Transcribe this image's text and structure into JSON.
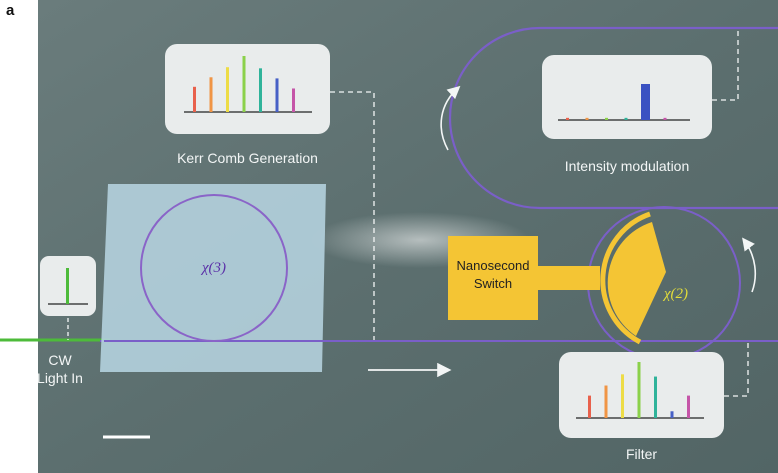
{
  "panel_label": "a",
  "labels": {
    "kerr": "Kerr Comb Generation",
    "intensity": "Intensity modulation",
    "filter": "Filter",
    "cw_line1": "CW",
    "cw_line2": "Light In",
    "switch_line1": "Nanosecond",
    "switch_line2": "Switch",
    "chi3": "χ(3)",
    "chi2": "χ(2)"
  },
  "colors": {
    "background": "#5f7272",
    "waveguide": "#7a5fc8",
    "chip": "#b6d4e0",
    "switch": "#f4c534",
    "input_fiber": "#4dbb3a",
    "card": "#e9ecec"
  },
  "spectra": {
    "kerr_comb": [
      {
        "color": "#e8614c",
        "height": 0.45
      },
      {
        "color": "#f09545",
        "height": 0.62
      },
      {
        "color": "#eddc46",
        "height": 0.8
      },
      {
        "color": "#8bd14a",
        "height": 1.0
      },
      {
        "color": "#2fb39a",
        "height": 0.78
      },
      {
        "color": "#4660c6",
        "height": 0.6
      },
      {
        "color": "#c555a8",
        "height": 0.42
      }
    ],
    "intensity_modulation": [
      {
        "color": "#e8614c",
        "height": 0.06
      },
      {
        "color": "#f09545",
        "height": 0.06
      },
      {
        "color": "#8bd14a",
        "height": 0.06
      },
      {
        "color": "#2fb39a",
        "height": 0.06
      },
      {
        "color": "#3a52c2",
        "height": 1.0
      },
      {
        "color": "#c555a8",
        "height": 0.06
      }
    ],
    "filter": [
      {
        "color": "#e8614c",
        "height": 0.4
      },
      {
        "color": "#f09545",
        "height": 0.58
      },
      {
        "color": "#eddc46",
        "height": 0.78
      },
      {
        "color": "#8bd14a",
        "height": 1.0
      },
      {
        "color": "#2fb39a",
        "height": 0.74
      },
      {
        "color": "#4660c6",
        "height": 0.12
      },
      {
        "color": "#c555a8",
        "height": 0.4
      }
    ],
    "cw_input": [
      {
        "color": "#4dbb3a",
        "height": 1.0
      }
    ]
  }
}
